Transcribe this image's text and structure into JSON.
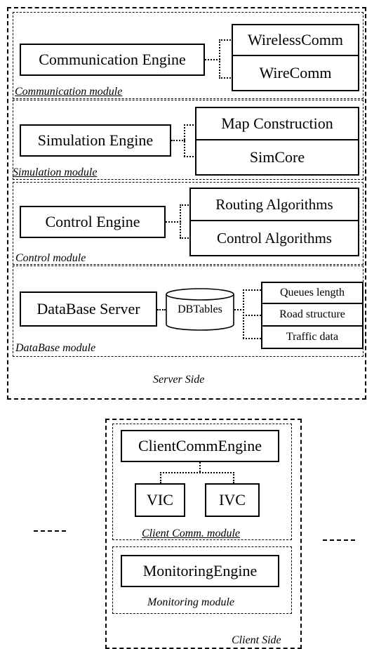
{
  "server": {
    "label": "Server Side",
    "communication": {
      "label": "Communication module",
      "engine": "Communication Engine",
      "sub": [
        "WirelessComm",
        "WireComm"
      ]
    },
    "simulation": {
      "label": "Simulation module",
      "engine": "Simulation Engine",
      "sub": [
        "Map Construction",
        "SimCore"
      ]
    },
    "control": {
      "label": "Control module",
      "engine": "Control Engine",
      "sub": [
        "Routing Algorithms",
        "Control Algorithms"
      ]
    },
    "database": {
      "label": "DataBase module",
      "engine": "DataBase Server",
      "tables": "DBTables",
      "sub": [
        "Queues length",
        "Road structure",
        "Traffic data"
      ]
    }
  },
  "client": {
    "label": "Client Side",
    "comm": {
      "label": "Client Comm. module",
      "engine": "ClientCommEngine",
      "sub": [
        "VIC",
        "IVC"
      ]
    },
    "monitoring": {
      "label": "Monitoring module",
      "engine": "MonitoringEngine"
    }
  }
}
